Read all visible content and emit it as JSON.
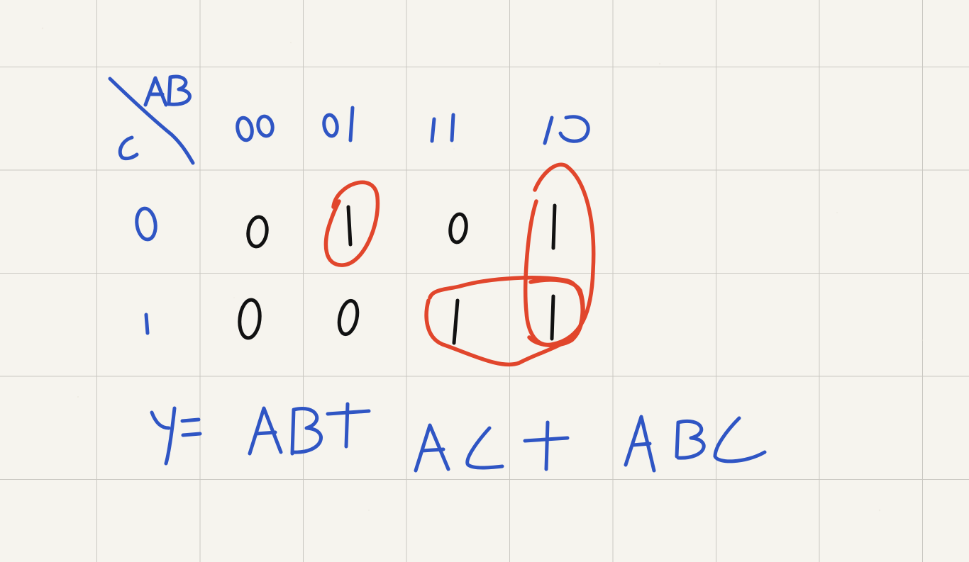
{
  "kmap": {
    "corner_label_columns": "AB",
    "corner_label_rows": "C",
    "column_headers": [
      "00",
      "01",
      "11",
      "10"
    ],
    "row_headers": [
      "0",
      "1"
    ],
    "cells": [
      [
        "0",
        "1",
        "0",
        "1"
      ],
      [
        "0",
        "0",
        "1",
        "1"
      ]
    ],
    "groups": [
      {
        "cells": [
          [
            0,
            1
          ]
        ]
      },
      {
        "cells": [
          [
            0,
            3
          ],
          [
            1,
            3
          ]
        ]
      },
      {
        "cells": [
          [
            1,
            2
          ],
          [
            1,
            3
          ]
        ]
      }
    ]
  },
  "equation": "Y= AB+ AC + ABC",
  "colors": {
    "label_ink": "#2f55c4",
    "cell_ink": "#111111",
    "group_ink": "#e1462c",
    "paper": "#f6f4ee",
    "grid_line": "#c9c7c1"
  }
}
